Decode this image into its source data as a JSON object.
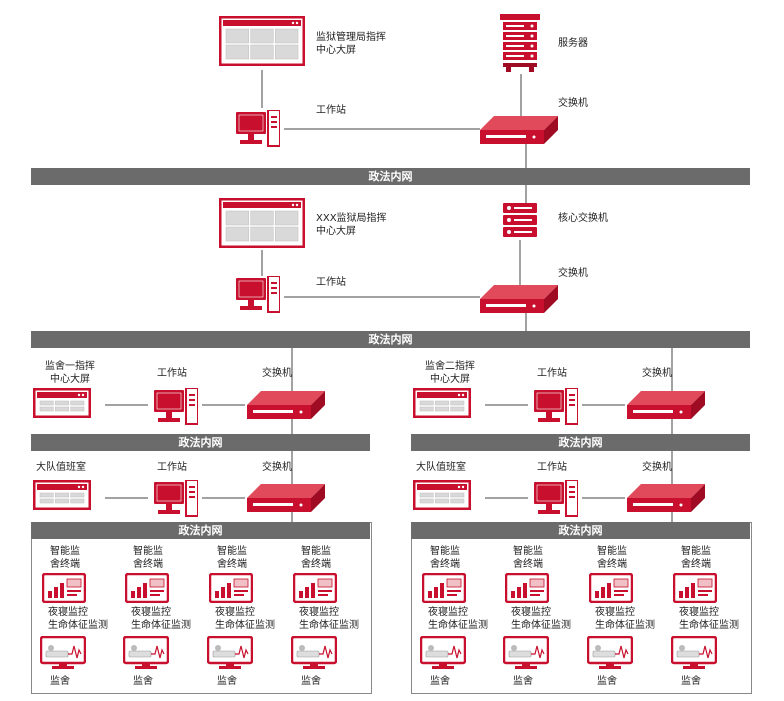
{
  "colors": {
    "red": "#c8102e",
    "dark_red": "#9e0b22",
    "bar_gray": "#6b6b6b",
    "line": "#444444"
  },
  "network_label": "政法内网",
  "top": {
    "screen_label": "监狱管理局指挥\n中心大屏",
    "server_label": "服务器",
    "workstation_label": "工作站",
    "switch_label": "交换机"
  },
  "mid": {
    "screen_label": "XXX监狱局指挥\n中心大屏",
    "core_switch_label": "核心交换机",
    "workstation_label": "工作站",
    "switch_label": "交换机"
  },
  "branches": [
    {
      "screen_label": "监舍一指挥\n中心大屏",
      "workstation_label": "工作站",
      "switch_label": "交换机",
      "duty_label": "大队值班室",
      "workstation2_label": "工作站",
      "switch2_label": "交换机"
    },
    {
      "screen_label": "监舍二指挥\n中心大屏",
      "workstation_label": "工作站",
      "switch_label": "交换机",
      "duty_label": "大队值班室",
      "workstation2_label": "工作站",
      "switch2_label": "交换机"
    }
  ],
  "cell": {
    "terminal_label": "智能监\n舍终端",
    "monitor_label": "夜寝监控\n生命体征监测",
    "cell_label": "监舍"
  },
  "icons": [
    "screen-icon",
    "server-icon",
    "workstation-icon",
    "switch-icon",
    "core-switch-icon",
    "terminal-icon",
    "monitor-icon"
  ]
}
